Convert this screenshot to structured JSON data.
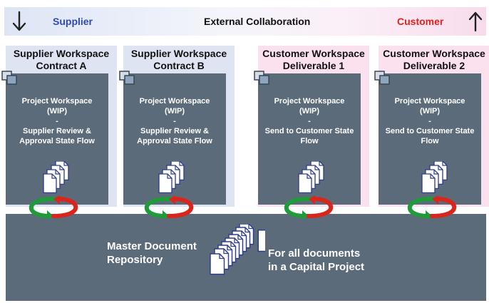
{
  "header": {
    "supplier_label": "Supplier",
    "center_label": "External Collaboration",
    "customer_label": "Customer",
    "supplier_color": "#2e4bb5",
    "customer_color": "#e0211d",
    "down_arrow_icon": "down-arrow-icon",
    "up_arrow_icon": "up-arrow-icon"
  },
  "workspaces": [
    {
      "title_line1": "Supplier Workspace",
      "title_line2": "Contract A",
      "panel_lines": [
        "Project Workspace",
        "(WIP)",
        "-",
        "Supplier Review &",
        "Approval State Flow"
      ]
    },
    {
      "title_line1": "Supplier Workspace",
      "title_line2": "Contract B",
      "panel_lines": [
        "Project Workspace",
        "(WIP)",
        "-",
        "Supplier Review &",
        "Approval State Flow"
      ]
    },
    {
      "title_line1": "Customer Workspace",
      "title_line2": "Deliverable 1",
      "panel_lines": [
        "Project Workspace",
        "(WIP)",
        "-",
        "Send to Customer State",
        "Flow"
      ]
    },
    {
      "title_line1": "Customer Workspace",
      "title_line2": "Deliverable 2",
      "panel_lines": [
        "Project Workspace",
        "(WIP)",
        "-",
        "Send to Customer State",
        "Flow"
      ]
    }
  ],
  "repository": {
    "title_line1": "Master Document",
    "title_line2": "Repository",
    "note_line1": "For all documents",
    "note_line2": "in a Capital Project"
  },
  "colors": {
    "panel": "#5b6b79",
    "sync_green": "#1f9b3a",
    "sync_red": "#d9261c"
  }
}
